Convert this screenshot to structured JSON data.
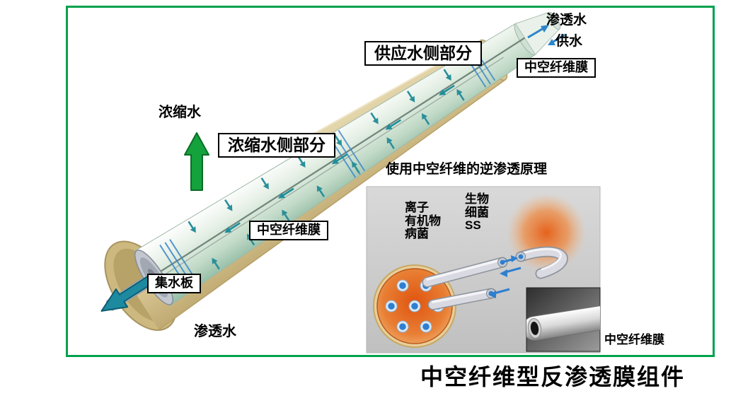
{
  "frame": {
    "border_color": "#00a24c"
  },
  "labels": {
    "permeate_top": "渗透水",
    "feed_top": "供水",
    "membrane_top": "中空纤维膜",
    "feed_side": "供应水侧部分",
    "concentrate": "浓缩水",
    "concentrate_side": "浓缩水侧部分",
    "membrane_mid": "中空纤维膜",
    "collector": "集水板",
    "permeate_bottom": "渗透水"
  },
  "inset": {
    "title": "使用中空纤维的逆渗透原理",
    "left_group": [
      "离子",
      "有机物",
      "病菌"
    ],
    "right_group": [
      "生物",
      "细菌",
      "SS"
    ],
    "membrane_photo_label": "中空纤维膜"
  },
  "caption": "中空纤维型反渗透膜组件",
  "colors": {
    "frame_green": "#00a24c",
    "shell_tan": "#d9c795",
    "membrane_green": "#bcd8c6",
    "flow_teal": "#1f8f9c",
    "arrow_green": "#14a23c",
    "fiber_blue": "#2f7fd0",
    "inset_orange": "#e2621c"
  }
}
